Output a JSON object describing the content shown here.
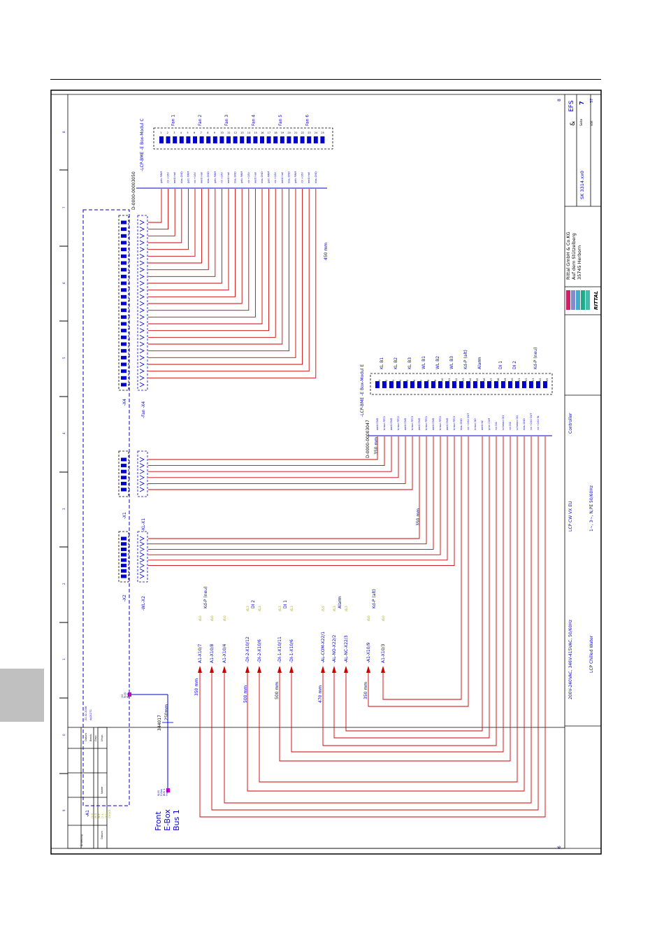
{
  "title_block": {
    "company_name": "Rittal GmbH & Co.KG",
    "company_street": "Auf dem Stützelberg",
    "company_city": "35745 Herborn",
    "logo_text": "RITTAL",
    "drawing_number": "SK 3314.xx0",
    "sheet_label": "Seite",
    "sheet_number": "7",
    "of_label": "von",
    "sheet_total": "57",
    "designation": "EFS",
    "amp": "&",
    "product_line1": "LCP CW VX EU",
    "product_line2": "1~, 3~, N,PE 50/60Hz",
    "voltage_line": "200V-240VAC, 346V-415VAC, 50/60Hz",
    "chilled_water": "LCP Chilled Water",
    "controller": "Controller",
    "date_label": "Datum",
    "date_value": "22.02.2008",
    "bearb_label": "Bearb.",
    "bearb_value": "dg21272",
    "gepr_label": "Gepr.",
    "urspr_label": "Urspr.",
    "name_label": "Name",
    "change_label": "Änderung",
    "date_label2": "Datum",
    "page_prev": "6",
    "page_next": "8"
  },
  "front_label": [
    "Front",
    "E-Box",
    "Bus 1"
  ],
  "module_c": {
    "title": "-LCP-BME -E Box-Modul C",
    "cable": "D-0000-00003050",
    "length": "450 mm",
    "fans": [
      "Fan 1",
      "Fan 2",
      "Fan 3",
      "Fan 4",
      "Fan 5",
      "Fan 6"
    ],
    "wires": [
      "gelb PWM",
      "rot +10V",
      "weiß Hall",
      "blau GND",
      "gelb PWM",
      "rot +10V",
      "weiß Hall",
      "blau GND",
      "gelb PWM",
      "rot +10V",
      "weiß Hall",
      "blau GND",
      "gelb PWM",
      "rot +10V",
      "weiß Hall",
      "blau GND",
      "gelb PWM",
      "rot +10V",
      "weiß Hall",
      "blau GND",
      "gelb PWM",
      "rot +10V",
      "weiß Hall",
      "blau GND"
    ]
  },
  "module_e": {
    "title": "-LCP-BME -E Box-Modul E",
    "cable": "D-0000-00003047",
    "length_top": "350 mm",
    "length_mid": "350 mm",
    "signals": [
      "KL B1",
      "KL B2",
      "KL B3",
      "WL B1",
      "WL B2",
      "WL B3",
      "Kd-P (alt)",
      "Alarm",
      "DI 1",
      "DI 2",
      "Kd-P (neu)"
    ],
    "wires": [
      "weiß GND",
      "braun RTC1",
      "weiß GND",
      "braun RTC2",
      "weiß GND",
      "braun RTC3",
      "weiß GND",
      "braun RTC1",
      "weiß GND",
      "braun RTC2",
      "weiß GND",
      "braun RTC3",
      "blau GND",
      "rot +24V OUT",
      "braun NO",
      "weiß NC",
      "grün COM",
      "rot DI1",
      "schwarz DI1",
      "rot DI2",
      "schwarz DI2",
      "blau GND",
      "rot +24V OUT",
      "rot +24V IN"
    ]
  },
  "connectors": {
    "fan_x4": "-Fan -X4",
    "x4": "-X4",
    "kl_x1": "-KL-X1",
    "x1": "-X1",
    "wl_x2": "-WL-X2",
    "x2": "-X2",
    "a1": "-A1",
    "a1_pins": [
      "J1:G",
      "J9:D",
      "J9:E",
      "J7:1",
      "J7:2",
      "CT:DC1"
    ]
  },
  "bus": {
    "cable": "344017",
    "length": "250mm",
    "top_pins": [
      "J12",
      "RJ45",
      "BUS"
    ],
    "bot_pins": [
      "RJ45",
      "E-Box",
      "BUS 1",
      "Front"
    ]
  },
  "terminals": [
    {
      "text": "A1-X10/7",
      "ref": "/6.0",
      "group": "Kd-P (neu)"
    },
    {
      "text": "A1-X10/8",
      "ref": "/6.0",
      "group": ""
    },
    {
      "text": "A1-X10/4",
      "ref": "/6.0",
      "group": ""
    },
    {
      "text": "-DI-2-X10/12",
      "ref": "/6.3",
      "group": "DI 2"
    },
    {
      "text": "-DI-2-X10/6",
      "ref": "/6.3",
      "group": ""
    },
    {
      "text": "-DI-1-X10/11",
      "ref": "/6.3",
      "group": "DI 1"
    },
    {
      "text": "-DI-1-X10/6",
      "ref": "/6.3",
      "group": ""
    },
    {
      "text": "-AL-COM-X22/1",
      "ref": "/5.5",
      "group": ""
    },
    {
      "text": "-AL-NO-X22/2",
      "ref": "/6.3",
      "group": "Alarm"
    },
    {
      "text": "-AL-NC-X22/3",
      "ref": "/6.3",
      "group": ""
    },
    {
      "text": "-A1-X10/9",
      "ref": "/6.0",
      "group": "Kd-P (alt)"
    },
    {
      "text": "A1-X10/3",
      "ref": "/6.0",
      "group": ""
    }
  ],
  "lengths": [
    "350 mm",
    "500 mm",
    "500 mm",
    "470 mm",
    "350 mm"
  ],
  "grid_numbers": [
    "8",
    "7",
    "6",
    "5",
    "4",
    "3",
    "2",
    "1",
    "0",
    "9",
    "8",
    "7"
  ],
  "colors": {
    "wire": "#cc0000",
    "blue": "#0000cc",
    "olive": "#a0a000",
    "magenta": "#cc00cc"
  }
}
